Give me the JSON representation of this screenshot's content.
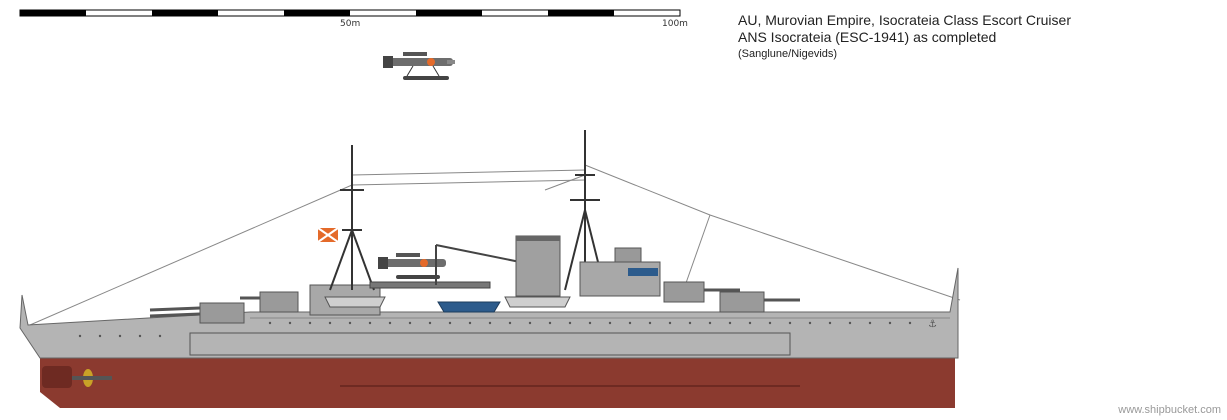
{
  "title": {
    "line1": "AU, Murovian Empire, Isocrateia Class Escort Cruiser",
    "line2": "ANS Isocrateia (ESC-1941) as completed",
    "credit": "(Sanglune/Nigevids)"
  },
  "scale_bar": {
    "label_mid": "50m",
    "label_end": "100m"
  },
  "watermark": "www.shipbucket.com",
  "colors": {
    "hull_grey": "#b4b4b4",
    "hull_red": "#8b3a2f",
    "deck_dark": "#8c8c8c",
    "boat_blue": "#2c5b8c",
    "flag_orange": "#e46a2a"
  }
}
